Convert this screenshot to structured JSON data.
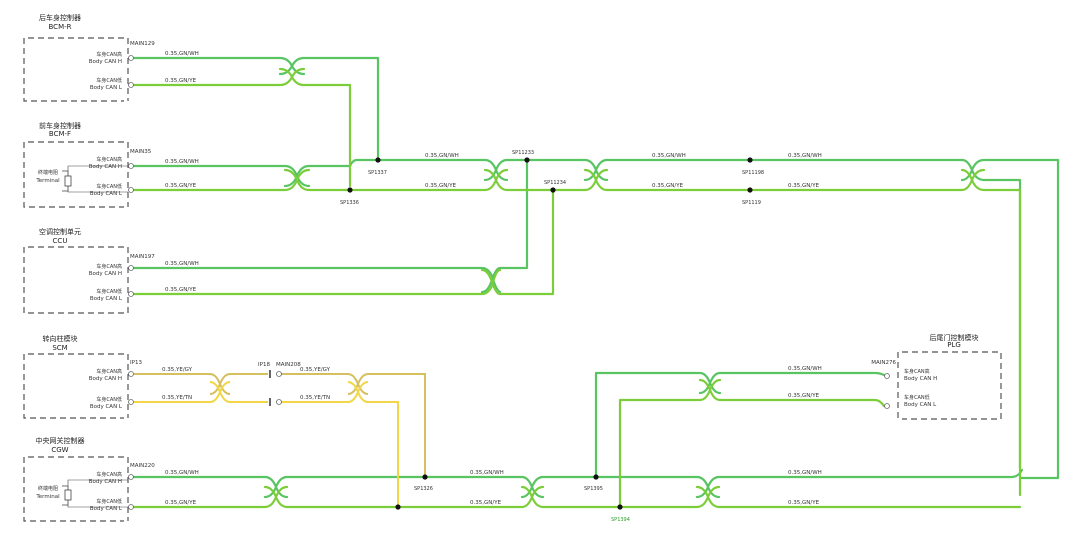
{
  "modules": [
    {
      "key": "bcmr",
      "name_cn": "后车身控制器",
      "name_en": "BCM-R",
      "connector": "MAIN129",
      "pins": [
        {
          "cn": "车身CAN高",
          "en": "Body CAN H"
        },
        {
          "cn": "车身CAN低",
          "en": "Body CAN L"
        }
      ]
    },
    {
      "key": "bcmf",
      "name_cn": "前车身控制器",
      "name_en": "BCM-F",
      "connector": "MAIN35",
      "terminal_cn": "终端电阻",
      "terminal_en": "Terminal",
      "pins": [
        {
          "cn": "车身CAN高",
          "en": "Body CAN H"
        },
        {
          "cn": "车身CAN低",
          "en": "Body CAN L"
        }
      ]
    },
    {
      "key": "ccu",
      "name_cn": "空调控制单元",
      "name_en": "CCU",
      "connector": "MAIN197",
      "pins": [
        {
          "cn": "车身CAN高",
          "en": "Body CAN H"
        },
        {
          "cn": "车身CAN低",
          "en": "Body CAN L"
        }
      ]
    },
    {
      "key": "scm",
      "name_cn": "转向柱模块",
      "name_en": "SCM",
      "connector": "IP13",
      "pins": [
        {
          "cn": "车身CAN高",
          "en": "Body CAN H"
        },
        {
          "cn": "车身CAN低",
          "en": "Body CAN L"
        }
      ]
    },
    {
      "key": "cgw",
      "name_cn": "中央网关控制器",
      "name_en": "CGW",
      "connector": "MAIN220",
      "terminal_cn": "终端电阻",
      "terminal_en": "Terminal",
      "pins": [
        {
          "cn": "车身CAN高",
          "en": "Body CAN H"
        },
        {
          "cn": "车身CAN低",
          "en": "Body CAN L"
        }
      ]
    },
    {
      "key": "plg",
      "name_cn": "后尾门控制模块",
      "name_en": "PLG",
      "connector": "MAIN276",
      "pins": [
        {
          "cn": "车身CAN高",
          "en": "Body CAN H"
        },
        {
          "cn": "车身CAN低",
          "en": "Body CAN L"
        }
      ]
    }
  ],
  "inline_connectors": {
    "left": "IP18",
    "right": "MAIN208"
  },
  "wires": {
    "gn_wh": "0.35,GN/WH",
    "gn_ye": "0.35,GN/YE",
    "ye_gy": "0.35,YE/GY",
    "ye_tn": "0.35,YE/TN"
  },
  "splices": {
    "sp1337": "SP1337",
    "sp1336": "SP1336",
    "sp11233": "SP11233",
    "sp11234": "SP11234",
    "sp11198": "SP11198",
    "sp1119": "SP1119",
    "sp1326": "SP1326",
    "sp1395": "SP1395",
    "sp1394": "SP1394"
  }
}
